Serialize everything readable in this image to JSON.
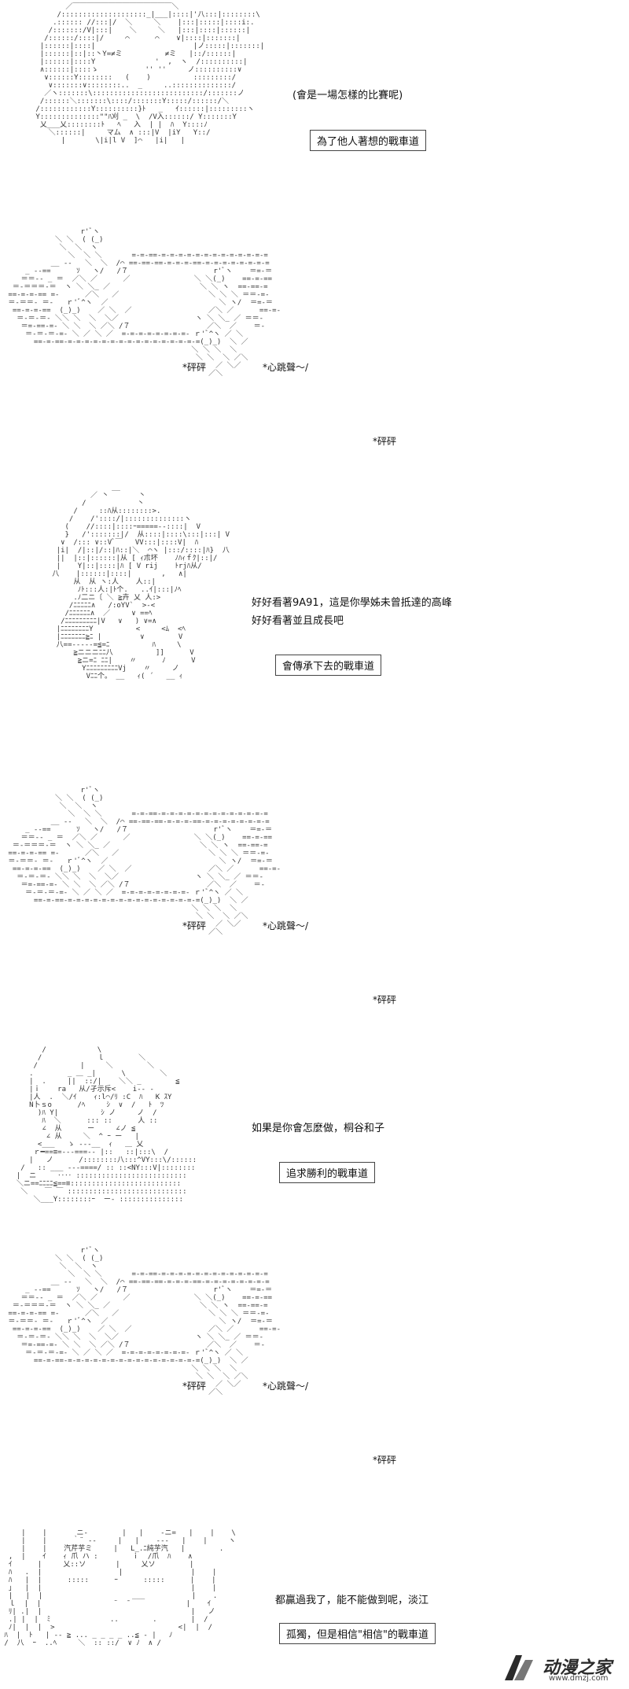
{
  "panels": [
    {
      "captions": [
        "(會是一場怎樣的比賽呢)"
      ],
      "boxed": "為了他人著想的戰車道",
      "art": "        ／￣￣￣￣￣￣￣￣￣￣￣￣￣￣＼\n      /::::::::::::::::::::_|___|::::|'八:::|::::::::\\\n     .:::::: //:::|/  ＼     ＼    |:::|:::::|::::i:.\n    /:::::::/V|:::|    ＼     ＼   |:::|::::|::::::|\n   /::::::/::::|/     ⌒      ⌒    ∨|::::|:::::::|\n  |::::::|::::|                       |ノ:::::|:::::::|\n  |::::::|::|::丶Y=≠ミ          ≠ミ   |::/::::::|\n  |::::::|::::Y              '  ,  ヽ  /::::::::::|\n  ∧::::::|::::ゝ           '' ''     ノ::::::::::∨\n   ∨::::::Y::::::::   (    )          :::::::::/\n    ∨:::::::∨::::::::..  _     ..::::::::::::::/\n   ／ヽ:::::::\\::::::::::::::::::::::::::/:::::::ノ\n  /::::::＼:::::::\\::::/:::::::Y:::::/::::::/＼\n /::::::::::::Y::::::::::}ﾄ   _   ｲ::::::|:::::::::ヽ\n Y::::::::::::::\"\"ﾊ刈 _  \\  /V入::::::/ Y:::::::Y\n  乂___乂::::::::ﾄ   ﾍ   入  | |  ﾊ  Y::::ﾉ\n    ＼::::::|     マム  ∧ :::|V  |iY   Y::/\n       |       \\|i|l V  ]⌒   |i|   |"
    },
    {
      "sfx": [
        "*砰砰",
        "*心跳聲～/",
        "*砰砰"
      ],
      "art": "                  r'ﾞヽ\n            ＼ ＼  ( (_)\n             ＼  ＼  ヽ\n               ＼  ＼ ＼       =‐=‐==‐=‐=‐=‐=‐=‐=‐=‐=‐=‐=‐=‐=‐=\n           __ ‐‐   ＼  ＼  /⌒ ==‐==‐==‐=‐=‐=‐==‐=‐=‐=‐=‐=‐=‐=‐=\n     _ ‐‐==      ｿ   ヽ/   /７                    r'ﾞヽ    ＝=‐＝\n    ＝＝‐‐ _ ＝  ／＼ ／      ／               ＼ ＼(_)    ==‐=‐==\n  ＝‐＝＝＝‐＝  ヽ ＼ ＼_ ／                     ＼ ＼ ヽ  ==‐==‐=\n ==‐=‐=‐== =‐      ／＼   ／                     ＼ ＼ ＼ ＝＝‐=‐\n ＝‐＝＝‐ ＝‐   ｒ'ﾞ^ヽ  ／                          ＼ ヽ/  ＝=‐＝\n  ==‐=‐=‐==  (_)_)    ／ ＼  ／                  ／＼ ／      ==‐=‐\n   ＝‐＝‐＝‐ ＼＼ ＼  ＼  ＼／                  ヽ ＼ ＼_ ／ ＝＝‐\n    ＝=‐==‐=‐ ＼ ＼  ＼ ／＼ /７                  ／＼  ／    ＝‐\n     ＝‐＝‐＝‐=‐ ＼ ／ ＼ ／  =‐=‐=‐=‐=‐=‐=‐=‐ ｒ'ﾞ^ヽ ／ ＼\n       ==‐=‐==‐=‐=‐=‐=‐=‐=‐=‐=‐=‐=‐=‐=‐=‐=‐=‐=(_)_)  ＼ ／\n                                            ＼ ＼ ＼  ＼\n                                             ＼ ＼  ＼ ／＼\n                                              ＼  ／ ＼／\n                                                ／＼"
    },
    {
      "captions": [
        "好好看著9A91，這是你學姊未曾抵達的高峰",
        "好好看著並且成長吧"
      ],
      "boxed": "會傳承下去的戰車道",
      "art": "                 __\n            ／ 丶       丶\n          /            丶\n        /     ::ﾊ从::::::::>.\n       /    /'::::/|::::::::::::::ヽ\n      (    //::::|::::ｰ=====--::::|  V\n      }   /':::::::|/  从::::|::::\\:::|:::| V\n     ∨  /::: ∨::Vﾞ￣   VV:::|::::V|  ﾊ\n    |i|  /|::|/::|ﾊ::|＼  ⌒ヽ |:::/::::|ﾊ}  八\n    ||  |::|::::::|从 [ ｨ朮坏    ﾉﾊｨｆｸ|::|/\n    |    Y|::|::::|ﾊ [ V rij    ﾄrjﾊ从/\n   八    |::::::|::::|       ,   ∧|\n        从  从 ヽ:人    人::|\n         ﾉﾄ:::人:|ﾄ个.   ..ｲ|:::|ﾉﾍ\n        .ﾉ二ニ〔 ＼ ≧卉 乂 人:>\n       /ﾆﾆﾆﾆﾆ∧   /:oYV`  >‐<\n      /ﾆﾆﾆﾆﾆﾆ∧  ／     ∨ ==ﾍ\n     /ﾆﾆﾆﾆﾆﾆﾆﾆﾆ|V   ∨   ) ∨=∧\n    |ﾆﾆﾆﾆﾆﾆﾆﾆY          <     <ﾑ  <ﾍ\n    |ﾆﾆﾆﾆﾆﾆﾆ≧ﾆ |         ∨        V\n    八==-----=≦=ﾆ          ﾊ     \\\n        ≧ニニニﾆﾆ八          ]]      V\n         ≧ニ=ﾆ ﾆﾆ|    〃      ﾉ      V\n          YﾆﾆﾆﾆﾆﾆﾆﾆﾆVj    〃     ノ\n           Vﾆﾆ个。 __   ｨ( ´   __ ｨ"
    },
    {
      "sfx": [
        "*砰砰",
        "*心跳聲～/",
        "*砰砰"
      ],
      "art": "                  r'ﾞヽ\n            ＼ ＼  ( (_)\n             ＼  ＼  ヽ\n               ＼  ＼ ＼       =‐=‐==‐=‐=‐=‐=‐=‐=‐=‐=‐=‐=‐=‐=‐=\n           __ ‐‐   ＼  ＼  /⌒ ==‐==‐==‐=‐=‐=‐==‐=‐=‐=‐=‐=‐=‐=‐=\n     _ ‐‐==      ｿ   ヽ/   /７                    r'ﾞヽ    ＝=‐＝\n    ＝＝‐‐ _ ＝  ／＼ ／      ／               ＼ ＼(_)    ==‐=‐==\n  ＝‐＝＝＝‐＝  ヽ ＼ ＼_ ／                     ＼ ＼ ヽ  ==‐==‐=\n ==‐=‐=‐== =‐      ／＼   ／                     ＼ ＼ ＼ ＝＝‐=‐\n ＝‐＝＝‐ ＝‐   ｒ'ﾞ^ヽ  ／                          ＼ ヽ/  ＝=‐＝\n  ==‐=‐=‐==  (_)_)    ／ ＼  ／                  ／＼ ／      ==‐=‐\n   ＝‐＝‐＝‐ ＼＼ ＼  ＼  ＼／                  ヽ ＼ ＼_ ／ ＝＝‐\n    ＝=‐==‐=‐ ＼ ＼  ＼ ／＼ /７                  ／＼  ／    ＝‐\n     ＝‐＝‐＝‐=‐ ＼ ／ ＼ ／  =‐=‐=‐=‐=‐=‐=‐=‐ ｒ'ﾞ^ヽ ／ ＼\n       ==‐=‐==‐=‐=‐=‐=‐=‐=‐=‐=‐=‐=‐=‐=‐=‐=‐=‐=(_)_)  ＼ ／\n                                            ＼ ＼ ＼  ＼\n                                             ＼ ＼  ＼ ／＼\n                                              ＼  ／ ＼／\n                                                ／＼"
    },
    {
      "captions": [
        "如果是你會怎麼做，桐谷和子"
      ],
      "boxed": "追求勝利的戰車道",
      "art": "        /            \\\n       /             ｌ        ＼\n      /          |     ＼        ＼\n     .        _ ＿ _|      \\        ＼\n     |  .     ||  ::/|    ＼＼ _        ≦\n     |ｉ    ra   从/孑示斥<    i-- -   \n     |人  .  ＼/ｲ    ｨ:l⌒/ﾘ :C  ﾊ   K ｽY\n     N卜ｓo      /ﾍ     ｼ  ∨  /   ﾄ  ﾂ\n       )ﾊ Y|          ｼ ノ     ノ  /\n        ﾊ  ＼      ::: ::      人 ::\n        ∠  从      ー     ∠ノ ≦\n         ∠ 从     ＼  ^ ｰ ー   |\n       <___   ゝ ‐‐‐__  ｨ   ＿ 乂\n      ｒ━==≡=---===-- |::   ::|:::\\  /\n     |   ノ      /::::::::八:::^VY:::\\/::::::\n   /   :: ___ ---====/ :: ::<NY:::V|::::::::\n  |  ニ     ‥‥ ::::::::::::::::::::::::::\n  ＼ニ==ﾆﾆﾆﾆ≦==≡::::::::::::::::::::::::::\n   ＼    ￣ ￣ ::::::::::::::::::::::::::::\n      ＼___Y::::::::ｰ  ー- :::::::::::::::"
    },
    {
      "sfx": [
        "*砰砰",
        "*心跳聲～/",
        "*砰砰"
      ],
      "art": "                  r'ﾞヽ\n            ＼ ＼  ( (_)\n             ＼  ＼  ヽ\n               ＼  ＼ ＼       =‐=‐==‐=‐=‐=‐=‐=‐=‐=‐=‐=‐=‐=‐=‐=\n           __ ‐‐   ＼  ＼  /⌒ ==‐==‐==‐=‐=‐=‐==‐=‐=‐=‐=‐=‐=‐=‐=\n     _ ‐‐==      ｿ   ヽ/   /７                    r'ﾞヽ    ＝=‐＝\n    ＝＝‐‐ _ ＝  ／＼ ／      ／               ＼ ＼(_)    ==‐=‐==\n  ＝‐＝＝＝‐＝  ヽ ＼ ＼_ ／                     ＼ ＼ ヽ  ==‐==‐=\n ==‐=‐=‐== =‐      ／＼   ／                     ＼ ＼ ＼ ＝＝‐=‐\n ＝‐＝＝‐ ＝‐   ｒ'ﾞ^ヽ  ／                          ＼ ヽ/  ＝=‐＝\n  ==‐=‐=‐==  (_)_)    ／ ＼  ／                  ／＼ ／      ==‐=‐\n   ＝‐＝‐＝‐ ＼＼ ＼  ＼  ＼／                  ヽ ＼ ＼_ ／ ＝＝‐\n    ＝=‐==‐=‐ ＼ ＼  ＼ ／＼ /７                  ／＼  ／    ＝‐\n     ＝‐＝‐＝‐=‐ ＼ ／ ＼ ／  =‐=‐=‐=‐=‐=‐=‐=‐ ｒ'ﾞ^ヽ ／ ＼\n       ==‐=‐==‐=‐=‐=‐=‐=‐=‐=‐=‐=‐=‐=‐=‐=‐=‐=‐=(_)_)  ＼ ／\n                                            ＼ ＼ ＼  ＼\n                                             ＼ ＼  ＼ ／＼\n                                              ＼  ／ ＼／\n                                                ／＼"
    },
    {
      "captions": [
        "都贏過我了，能不能做到呢，淡江"
      ],
      "boxed": "孤獨，但是相信\"相信\"的戰車道",
      "art": "     |    |       ニ-        |   |    -ニ=   |    |    \\\n     |    |      ｀¨ ‐‐     |   |    -‐‐   |    |     ヽ\n     |    |    汽芹芋ミ     |   L_.ﾆ純芋汽   |        .\n  ,  |    ｲ    ｨ 爪 ハ :        ｉ  /爪  ﾊ    ∧\n  ｲ      |     乂::ソ       |     乂ソ        |\n  ﾊ   .  |                  |                |    |\n  ﾊ   |  |      :::::      ｰ      :::::      |    |\n  ｣   |  |                                   |    |\n  |   |  |                     ___           |    .\n  ｌ  |  |                 ¨  ̄              |    ｲ\n  ﾘ| .|  |                                   |   ノ\n  .| |  |  ﾐ              ..        .        |  /\n  ﾉ|  |  |  >                             <|  |  /\n ﾊ  |  ﾄ   | ‐- ≧ ... _ _ _ _ ..≦ ‐ |   ﾉ\n /  八  ｰ  ..ﾍ     ＼  :: ::/  ∨ ﾉ  ∧ /"
    }
  ],
  "logo": {
    "text": "动漫之家",
    "url": "www.dmzj.com"
  }
}
